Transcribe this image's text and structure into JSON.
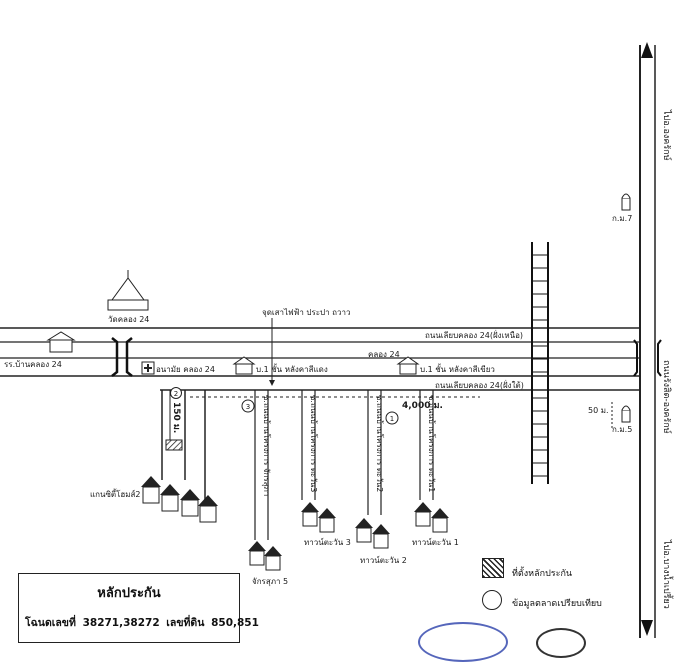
{
  "labels": {
    "road_north": "ไปอ.องครักษ์",
    "road_south": "ไปอ.บางน้ำเปรี้ยว",
    "road_east_side": "ถนนรังสิต-องครักษ์",
    "post_km7": "ก.ม.7",
    "post_km5": "ก.ม.5",
    "temple": "วัดคลอง 24",
    "school": "รร.บ้านคลอง 24",
    "health_center": "อนามัย คลอง 24",
    "pole": "จุดเสาไฟฟ้า ประปา ถวาว",
    "road_north_bank": "ถนนเลียบคลอง 24(ฝั่งเหนือ)",
    "canal": "คลอง 24",
    "road_south_bank": "ถนนเลียบคลอง 24(ฝั่งใต้)",
    "house_left": "บ.1 ชั้น หลังคาสีแดง",
    "house_right": "บ.1 ชั้น หลังคาสีเขียว",
    "distance_4000": "4,000 ม.",
    "distance_50": "50 ม.",
    "distance_150": "150 ม.",
    "village_left": "แกนซิตี้โฮมส์2",
    "village_chakphat": "จักรสุภา 5",
    "village_tawan3": "ทาวน์ตะวัน 3",
    "village_tawan2": "ทาวน์ตะวัน 2",
    "village_tawan1": "ทาวน์ตะวัน 1",
    "soi_1": "ซ.ถนนบ้านโครงการ ตะวัน1",
    "soi_2": "ซ.ถนนบ้านโครงการ ตะวัน2",
    "soi_3": "ซ.ถนนบ้านโครงการ ตะวัน3",
    "soi_4": "ซ.ถนนบ้านโครงการ จักรสุภา",
    "marker_1": "1",
    "marker_2": "2",
    "marker_3": "3"
  },
  "legend": {
    "title": "หลักประกัน",
    "deed_label": "โฉนดเลขที่",
    "deed_numbers": "38271,38272",
    "land_label": "เลขที่ดิน",
    "land_numbers": "850,851"
  },
  "key": {
    "collateral_location": "ที่ตั้งหลักประกัน",
    "market_comparison": "ข้อมูลตลาดเปรียบเทียบ"
  },
  "colors": {
    "ink": "#1a1a1a",
    "stamp_blue": "#5566bb"
  }
}
